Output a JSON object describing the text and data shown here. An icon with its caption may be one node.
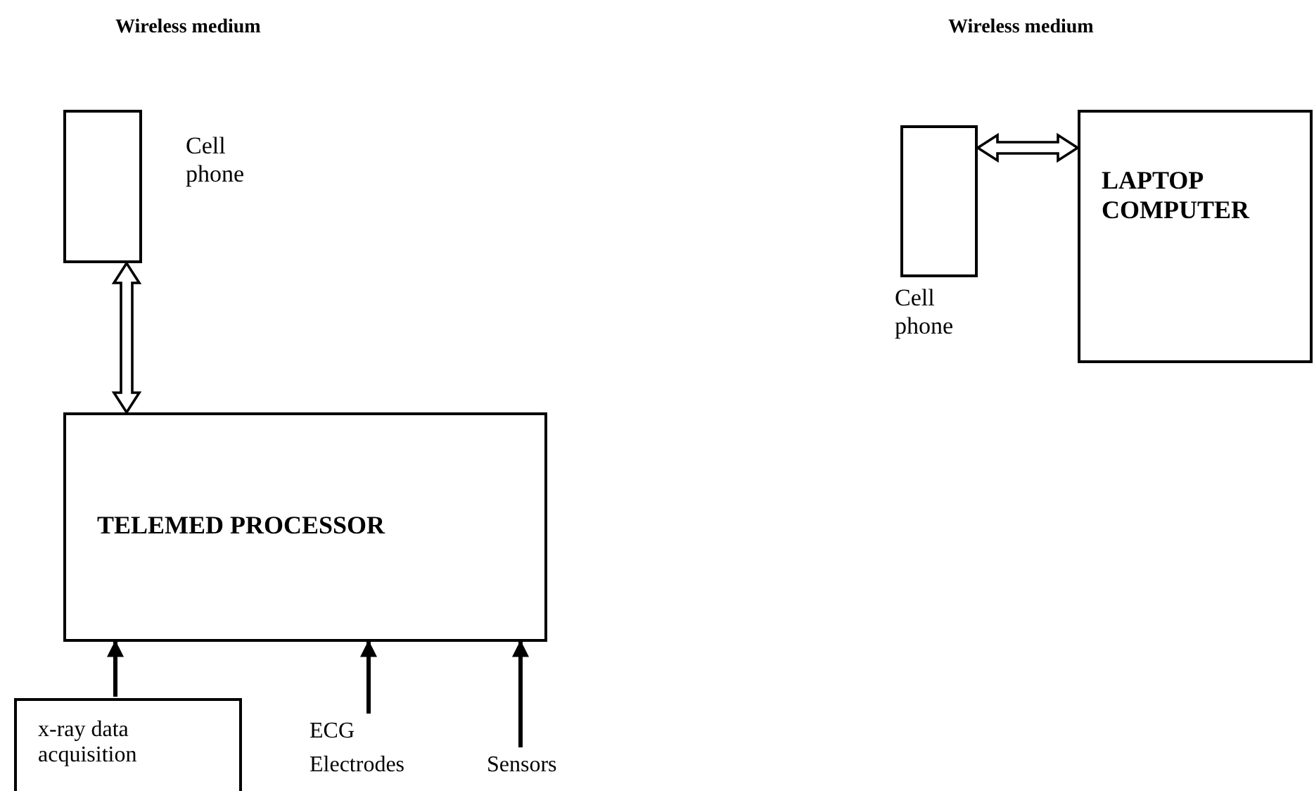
{
  "diagram": {
    "nodes": [
      {
        "text": [],
        "shape": "box",
        "beside": [
          "Cell phone"
        ]
      },
      {
        "text": [
          "TELEMED PROCESSOR"
        ]
      },
      {
        "text": [
          "x-ray data acquisition"
        ]
      },
      {
        "text": [
          "ECG Electrodes"
        ]
      },
      {
        "text": [
          "Sensors"
        ]
      },
      {
        "text": [],
        "shape": "box",
        "beside": [
          "Cell phone"
        ]
      },
      {
        "text": [
          "LAPTOP COMPUTER"
        ]
      }
    ],
    "edges": [
      {
        "from": 0,
        "to": 1,
        "arrow": "both"
      },
      {
        "from": 2,
        "to": 1,
        "arrow": "to"
      },
      {
        "from": 3,
        "to": 1,
        "arrow": "to"
      },
      {
        "from": 4,
        "to": 1,
        "arrow": "to"
      },
      {
        "from": 5,
        "to": 6,
        "arrow": "both"
      }
    ],
    "labels": [
      "Wireless medium",
      "Wireless medium"
    ]
  }
}
